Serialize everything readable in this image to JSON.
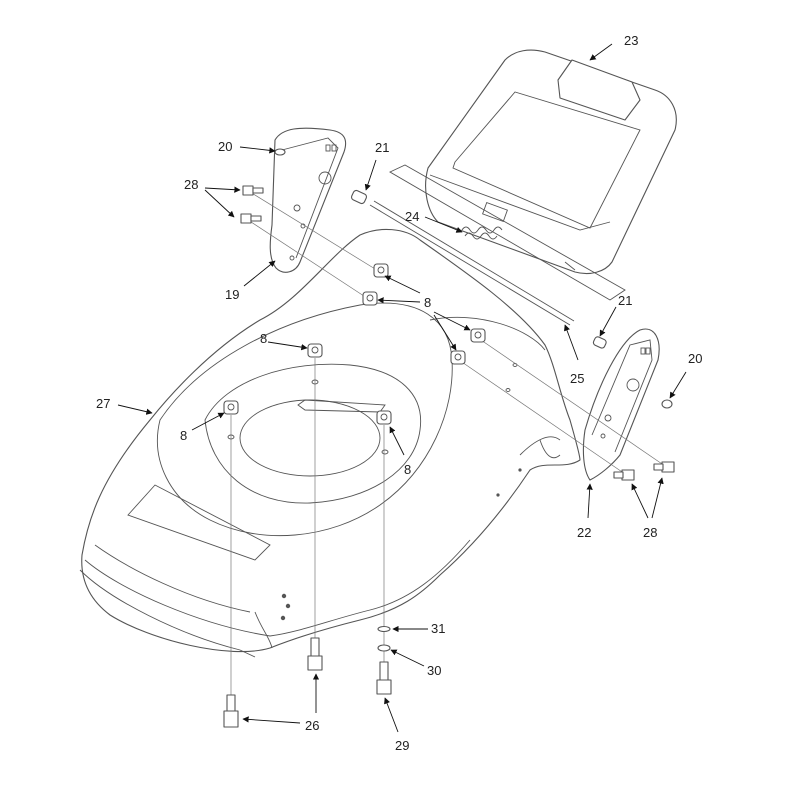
{
  "diagram": {
    "callouts": [
      {
        "id": "c23a",
        "text": "23"
      },
      {
        "id": "c20a",
        "text": "20"
      },
      {
        "id": "c21a",
        "text": "21"
      },
      {
        "id": "c28a",
        "text": "28"
      },
      {
        "id": "c24",
        "text": "24"
      },
      {
        "id": "c19",
        "text": "19"
      },
      {
        "id": "c8a",
        "text": "8"
      },
      {
        "id": "c21b",
        "text": "21"
      },
      {
        "id": "c8b",
        "text": "8"
      },
      {
        "id": "c25",
        "text": "25"
      },
      {
        "id": "c20b",
        "text": "20"
      },
      {
        "id": "c27",
        "text": "27"
      },
      {
        "id": "c8c",
        "text": "8"
      },
      {
        "id": "c8d",
        "text": "8"
      },
      {
        "id": "c22",
        "text": "22"
      },
      {
        "id": "c28b",
        "text": "28"
      },
      {
        "id": "c31",
        "text": "31"
      },
      {
        "id": "c30",
        "text": "30"
      },
      {
        "id": "c26",
        "text": "26"
      },
      {
        "id": "c29",
        "text": "29"
      }
    ]
  }
}
